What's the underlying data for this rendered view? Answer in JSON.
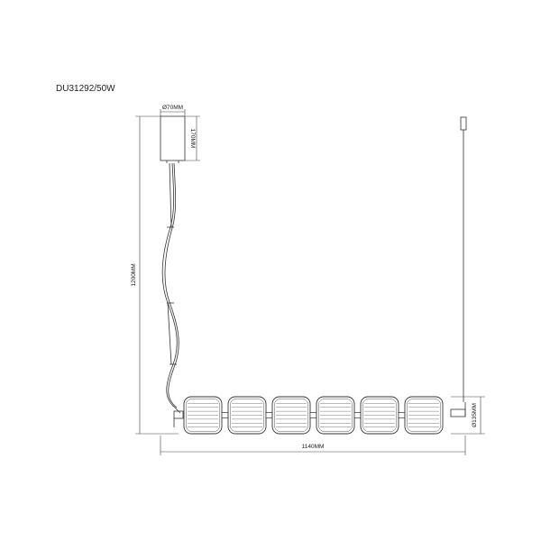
{
  "model": "DU31292/50W",
  "dimensions": {
    "canopy_diameter": "Ø70MM",
    "canopy_height": "170MM",
    "total_height": "1200MM",
    "total_width": "1140MM",
    "shade_diameter": "Ø135MM"
  },
  "shade_count": 6
}
